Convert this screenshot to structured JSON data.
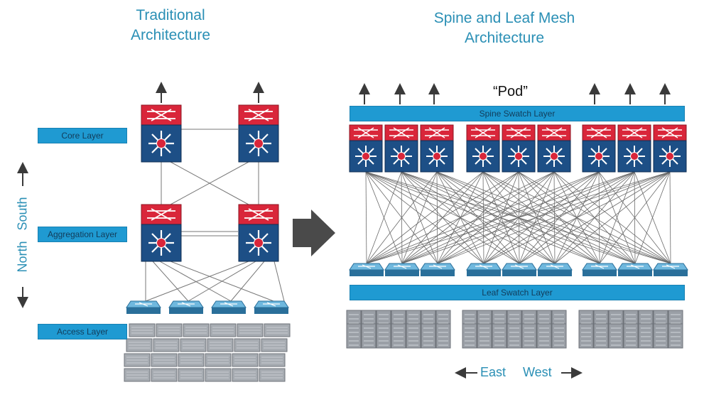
{
  "left": {
    "title_line1": "Traditional",
    "title_line2": "Architecture",
    "layers": {
      "core": "Core Layer",
      "aggregation": "Aggregation Layer",
      "access": "Access Layer"
    },
    "axis_label": "North   South"
  },
  "right": {
    "title_line1": "Spine and Leaf Mesh",
    "title_line2": "Architecture",
    "pod_label": "“Pod”",
    "spine_bar": "Spine Swatch Layer",
    "leaf_bar": "Leaf Swatch Layer",
    "axis_east": "East",
    "axis_west": "West"
  },
  "colors": {
    "accent_text": "#2a8fb5",
    "bar_fill": "#1f9ad2",
    "router_top": "#d9263a",
    "router_bottom": "#1d4f86",
    "arrow": "#3a3a3a"
  }
}
